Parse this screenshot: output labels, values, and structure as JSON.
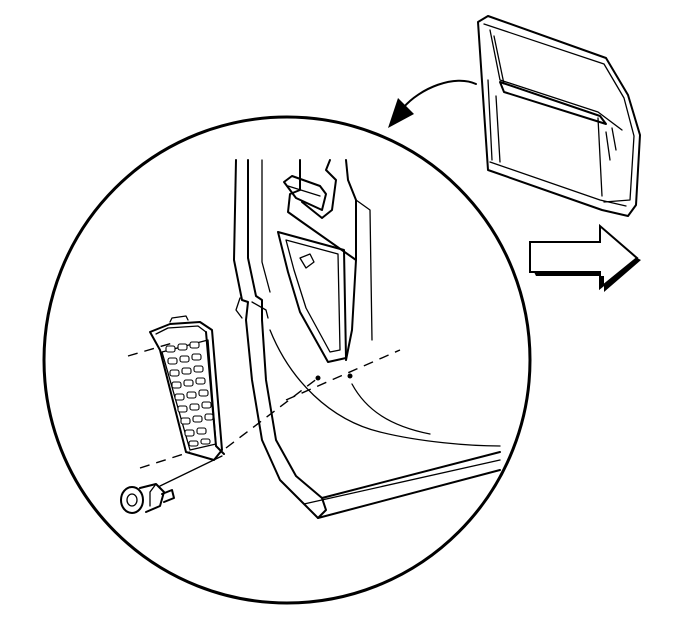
{
  "diagram": {
    "inset_icon": "front-door-icon",
    "pointer_icon": "curved-arrow-icon",
    "direction_icon": "forward-arrow-icon",
    "parts": [
      "door-lower-pillar",
      "vent-grille",
      "retaining-bolt"
    ]
  },
  "colors": {
    "line": "#000000",
    "background": "#ffffff"
  }
}
